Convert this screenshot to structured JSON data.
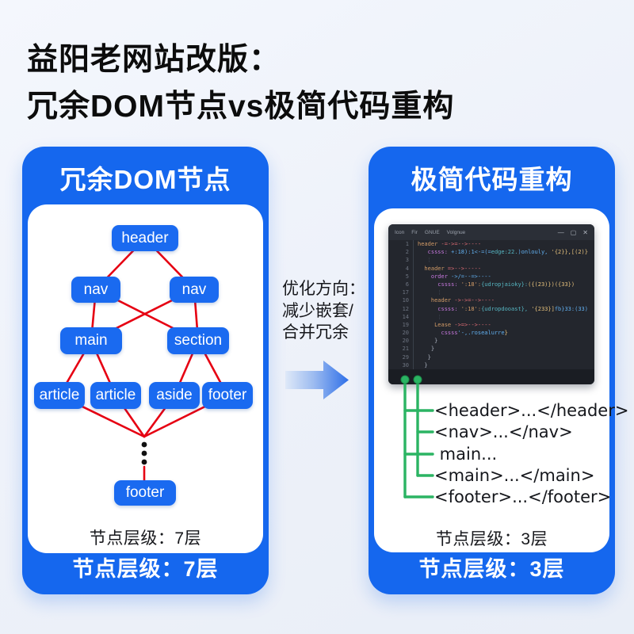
{
  "page_title": {
    "line1": "益阳老网站改版：",
    "line2": "冗余DOM节点vs极简代码重构"
  },
  "left_panel": {
    "title": "冗余DOM节点",
    "tree_nodes": [
      {
        "id": "header",
        "label": "header"
      },
      {
        "id": "nav-1",
        "label": "nav"
      },
      {
        "id": "nav-2",
        "label": "nav"
      },
      {
        "id": "main",
        "label": "main"
      },
      {
        "id": "section",
        "label": "section"
      },
      {
        "id": "article-1",
        "label": "article"
      },
      {
        "id": "article-2",
        "label": "article"
      },
      {
        "id": "aside",
        "label": "aside"
      },
      {
        "id": "footer-1",
        "label": "footer"
      },
      {
        "id": "footer-2",
        "label": "footer"
      }
    ],
    "caption": "节点层级：7层",
    "footer_badge": "节点层级：7层"
  },
  "middle": {
    "note_lines": [
      "优化方向：",
      "减少嵌套/",
      "合并冗余"
    ]
  },
  "right_panel": {
    "title": "极简代码重构",
    "editor": {
      "menu": [
        "Icon",
        "Fir",
        "GNUE",
        "Volgnue"
      ],
      "window_controls": {
        "minimize": "—",
        "maximize": "▢",
        "close": "✕"
      },
      "lines": [
        {
          "n": "1",
          "segs": [
            [
              "o",
              "header"
            ],
            [
              "r",
              " -=->=-->----"
            ]
          ]
        },
        {
          "n": "2",
          "segs": [
            [
              "p",
              "   cssss:"
            ],
            [
              "b",
              " +:18):1<-=(="
            ],
            [
              "c",
              "edge:22."
            ],
            [
              "b",
              ")onlouly,"
            ],
            [
              "y",
              " '{2}},[(2)}"
            ]
          ]
        },
        {
          "n": "3",
          "segs": [
            [
              "d",
              "   ¦"
            ]
          ]
        },
        {
          "n": "4",
          "segs": [
            [
              "o",
              "  header"
            ],
            [
              "r",
              " =>-->-----"
            ]
          ]
        },
        {
          "n": "5",
          "segs": [
            [
              "p",
              "    order"
            ],
            [
              "b",
              " ->/=--=>----"
            ]
          ]
        },
        {
          "n": "6",
          "segs": [
            [
              "p",
              "      cssss:"
            ],
            [
              "o",
              " ':18':"
            ],
            [
              "c",
              "{udropjaioky}:"
            ],
            [
              "y",
              "({(23)})({33})"
            ]
          ]
        },
        {
          "n": "17",
          "segs": [
            [
              "d",
              "      ¦"
            ]
          ]
        },
        {
          "n": "10",
          "segs": [
            [
              "o",
              "    header"
            ],
            [
              "r",
              " ->->=-->----"
            ]
          ]
        },
        {
          "n": "12",
          "segs": [
            [
              "p",
              "      cssss:"
            ],
            [
              "o",
              " ':18':"
            ],
            [
              "c",
              "{udropdooast},"
            ],
            [
              "y",
              " '{233}]"
            ],
            [
              "b",
              "fb}33:(33)"
            ]
          ]
        },
        {
          "n": "14",
          "segs": [
            [
              "d",
              "      ¦"
            ]
          ]
        },
        {
          "n": "19",
          "segs": [
            [
              "o",
              "     Lease"
            ],
            [
              "r",
              " ->=>-->----"
            ]
          ]
        },
        {
          "n": "20",
          "segs": [
            [
              "p",
              "       cssss"
            ],
            [
              "b",
              "'-,.rosealurre"
            ],
            [
              "y",
              "}"
            ]
          ]
        },
        {
          "n": "20",
          "segs": [
            [
              "w",
              "     }"
            ]
          ]
        },
        {
          "n": "21",
          "segs": [
            [
              "w",
              "    }"
            ]
          ]
        },
        {
          "n": "29",
          "segs": [
            [
              "w",
              "   }"
            ]
          ]
        },
        {
          "n": "30",
          "segs": [
            [
              "w",
              "  }"
            ]
          ]
        }
      ]
    },
    "snippets": [
      "<header>...</header>",
      "<nav>...</nav>",
      " main...",
      "<main>...</main>",
      "<footer>...</footer>"
    ],
    "caption": "节点层级：3层",
    "footer_badge": "节点层级：3层"
  },
  "colors": {
    "card_blue": "#1567ee",
    "node_blue": "#1a6af0",
    "edge_red": "#e60012",
    "connector_green": "#2bb463",
    "editor_bg": "#23262d"
  }
}
